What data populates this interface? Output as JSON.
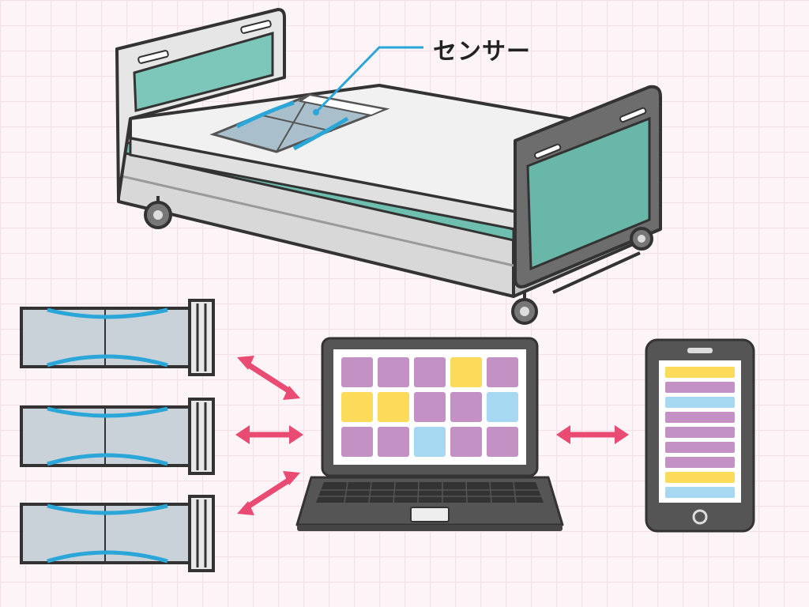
{
  "sensor_label": "センサー",
  "colors": {
    "purple": "#c391c3",
    "yellow": "#fddb5a",
    "blue": "#a6d8f1",
    "teal": "#6fbfb0",
    "arrow": "#e94b72",
    "line": "#2aa6d8",
    "device_body": "#555555",
    "frame_grey": "#cfcfcf"
  },
  "laptop_tiles": [
    [
      "purple",
      "purple",
      "purple",
      "yellow",
      "purple"
    ],
    [
      "yellow",
      "yellow",
      "purple",
      "purple",
      "blue"
    ],
    [
      "purple",
      "purple",
      "blue",
      "purple",
      "purple"
    ]
  ],
  "phone_rows": [
    "yellow",
    "purple",
    "blue",
    "purple",
    "purple",
    "purple",
    "purple",
    "yellow",
    "blue"
  ]
}
